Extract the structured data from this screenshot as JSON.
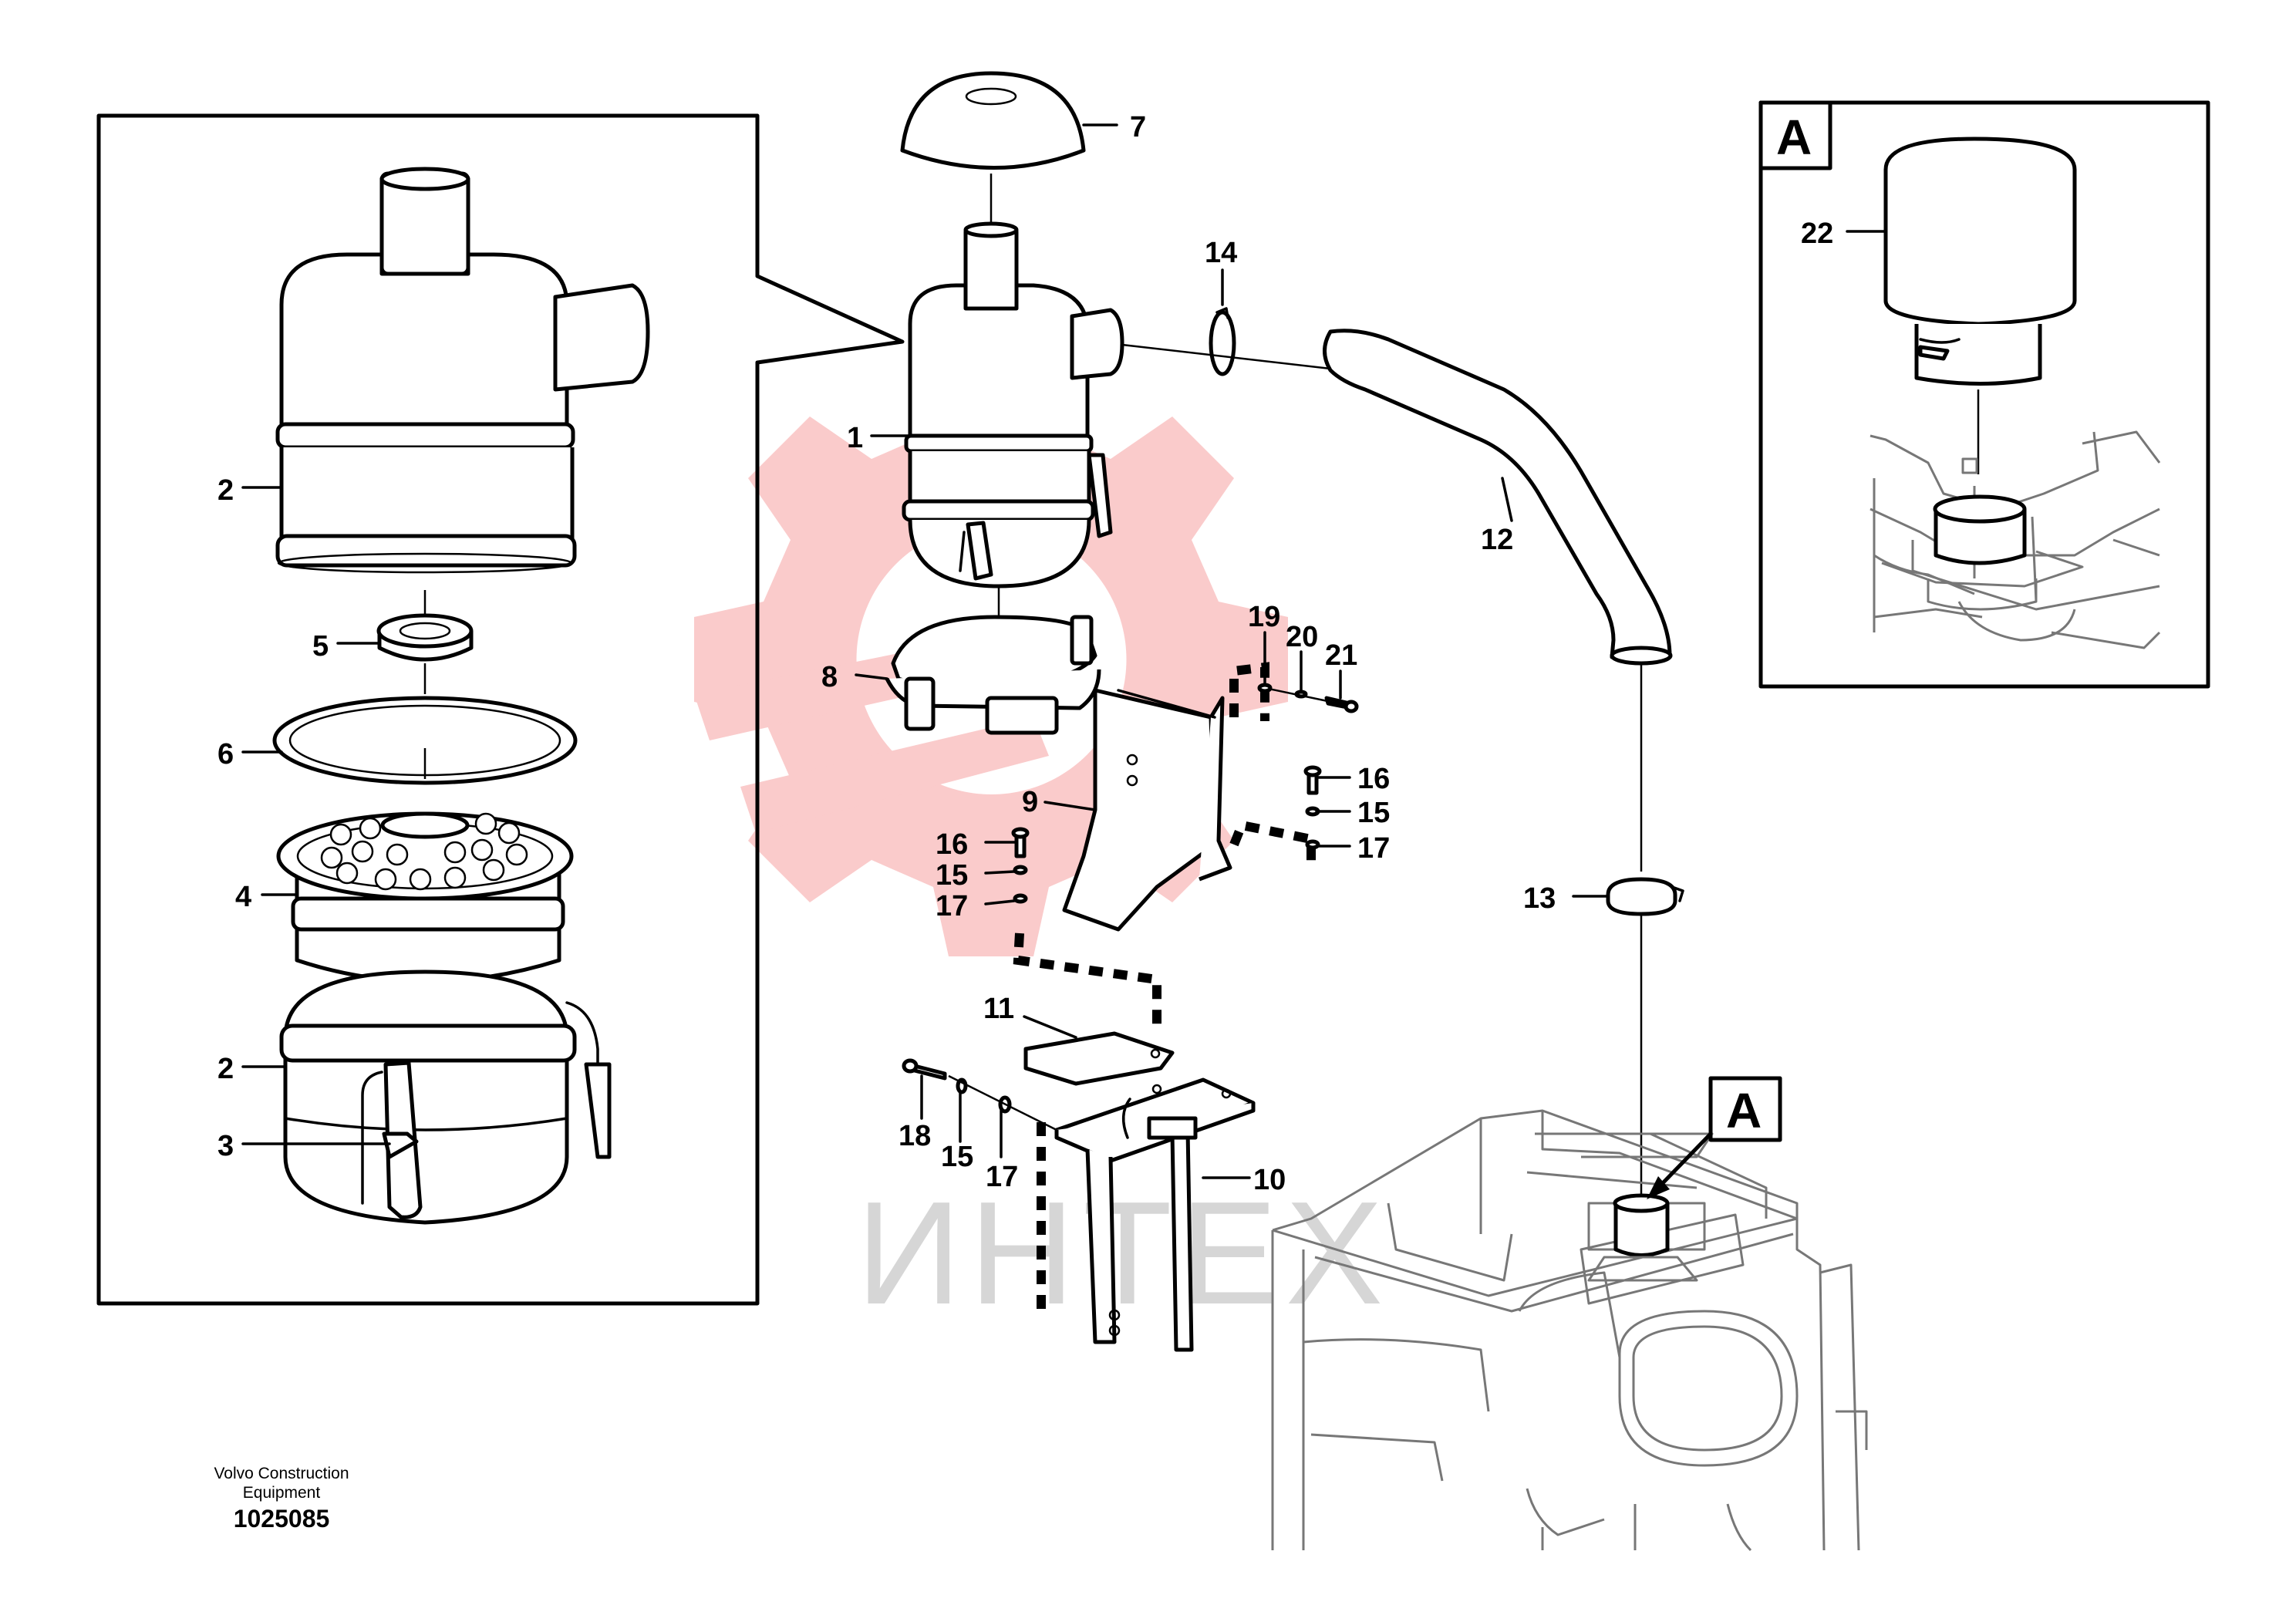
{
  "watermark": {
    "text": "ИНТЕХ",
    "logo_color": "#f4a6a6",
    "text_color": "#d9d9d9"
  },
  "detail_view": {
    "label": "A"
  },
  "section_marker": {
    "label": "A"
  },
  "callouts": {
    "c1": "1",
    "c2a": "2",
    "c2b": "2",
    "c3": "3",
    "c4": "4",
    "c5": "5",
    "c6": "6",
    "c7": "7",
    "c8": "8",
    "c9": "9",
    "c10": "10",
    "c11": "11",
    "c12": "12",
    "c13": "13",
    "c14": "14",
    "c15a": "15",
    "c15b": "15",
    "c15c": "15",
    "c16a": "16",
    "c16b": "16",
    "c17a": "17",
    "c17b": "17",
    "c17c": "17",
    "c18": "18",
    "c19": "19",
    "c20": "20",
    "c21": "21",
    "c22": "22"
  },
  "footer": {
    "manufacturer_line1": "Volvo Construction",
    "manufacturer_line2": "Equipment",
    "drawing_number": "1025085"
  }
}
